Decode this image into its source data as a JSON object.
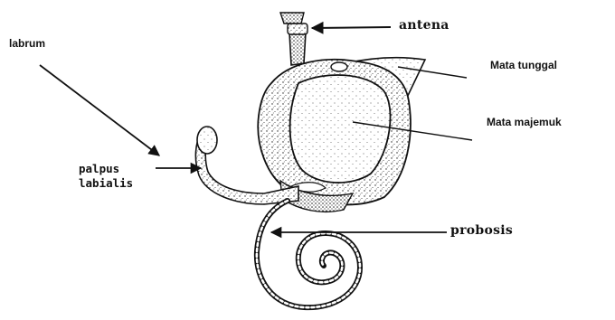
{
  "labels": {
    "labrum": "labrum",
    "antena": "antena",
    "mata_tunggal": "Mata tunggal",
    "mata_majemuk": "Mata majemuk",
    "palpus_line1": "palpus",
    "palpus_line2": "labialis",
    "probosis": "probosis"
  }
}
